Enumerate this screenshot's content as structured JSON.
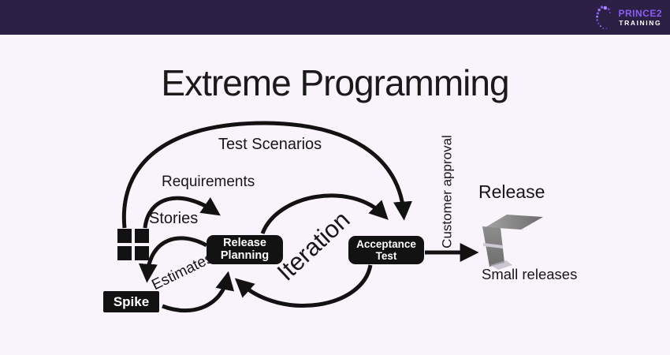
{
  "header": {
    "logo": {
      "brand": "PRINCE2",
      "sub": "TRAINING"
    },
    "colors": {
      "bar": "#2b2044",
      "brand_purple": "#8b5cf6",
      "brand_white": "#ffffff"
    }
  },
  "title": "Extreme Programming",
  "diagram": {
    "colors": {
      "ink": "#121212",
      "background": "#f9f3fb",
      "node_fill": "#121212",
      "node_text": "#ffffff",
      "package_gray": "#7d7d7d"
    },
    "labels": {
      "test_scenarios": "Test Scenarios",
      "requirements": "Requirements",
      "stories": "Stories",
      "estimates": "Estimates",
      "iteration": "Iteration",
      "customer_approval": "Customer approval",
      "release": "Release",
      "small_releases": "Small releases"
    },
    "nodes": {
      "release_planning": {
        "line1": "Release",
        "line2": "Planning"
      },
      "acceptance_test": {
        "line1": "Acceptance",
        "line2": "Test"
      },
      "spike": {
        "label": "Spike"
      }
    },
    "icons": {
      "user_stories": "user-stories-squares-icon",
      "release_package": "small-release-package-icon",
      "logo_dots": "dotted-swirl-logo-icon"
    }
  }
}
